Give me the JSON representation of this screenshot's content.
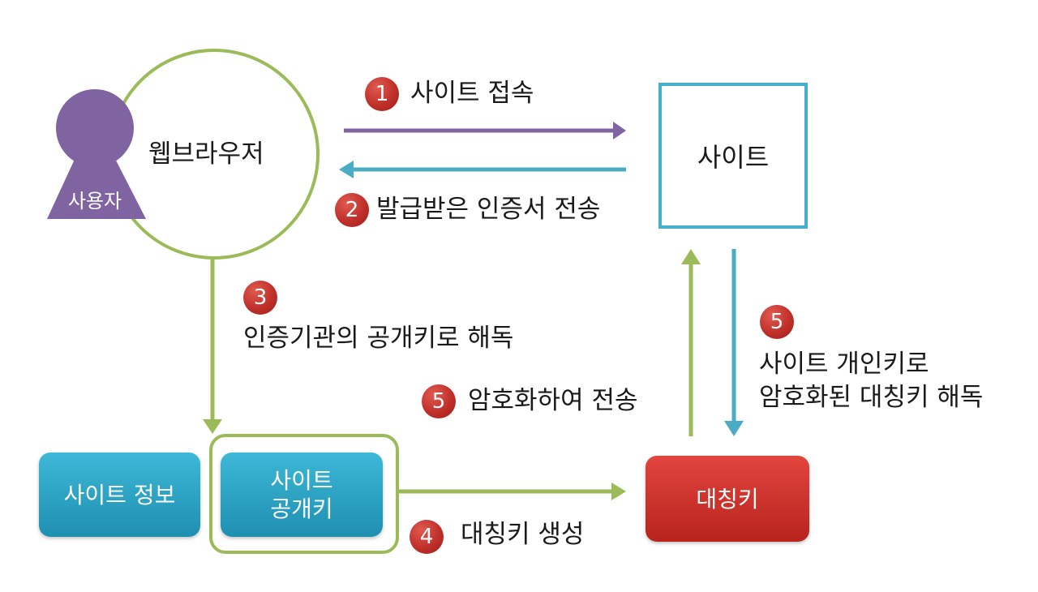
{
  "nodes": {
    "user": "사용자",
    "browser": "웹브라우저",
    "site": "사이트",
    "site_info": "사이트 정보",
    "site_public_key": [
      "사이트",
      "공개키"
    ],
    "symmetric_key": "대칭키"
  },
  "steps": [
    {
      "number": "1",
      "label": "사이트 접속"
    },
    {
      "number": "2",
      "label": "발급받은 인증서 전송"
    },
    {
      "number": "3",
      "label": "인증기관의 공개키로 해독"
    },
    {
      "number": "4",
      "label": "대칭키 생성"
    },
    {
      "number": "5",
      "label": "암호화하여 전송"
    },
    {
      "number": "5",
      "label": [
        "사이트 개인키로",
        "암호화된 대칭키 해독"
      ]
    }
  ],
  "colors": {
    "browser_circle": "#9bbb59",
    "user_figure": "#8064a2",
    "site_border": "#4bacc6",
    "teal_box": "#31a6c9",
    "red_box": "#c9302a",
    "arrow_purple": "#8064a2",
    "arrow_blue": "#4bacc6",
    "arrow_green": "#9bbb59",
    "badge_red": "#c0302a"
  }
}
